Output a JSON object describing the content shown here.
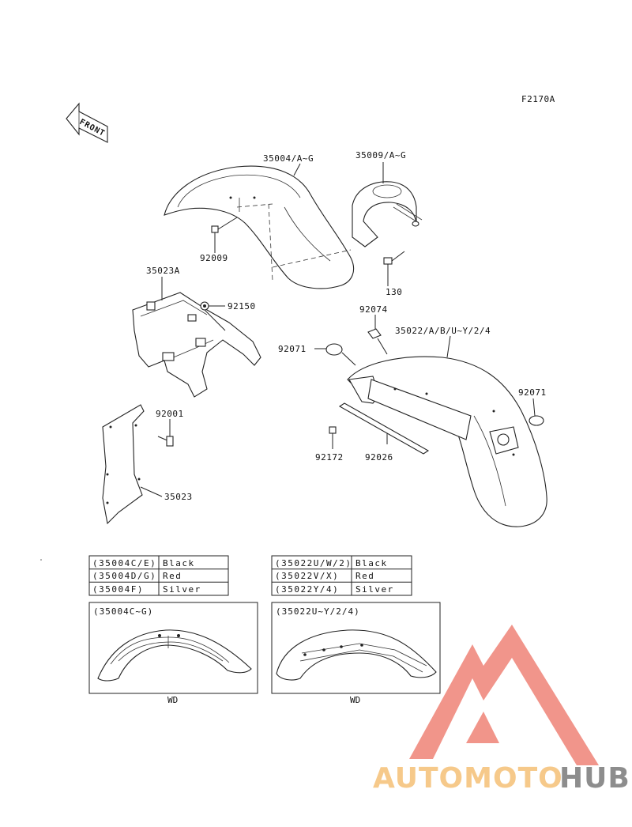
{
  "diagram_code": "F2170A",
  "front_label": "FRONT",
  "callouts": [
    {
      "id": "c-35004",
      "text": "35004/A~G"
    },
    {
      "id": "c-35009",
      "text": "35009/A~G"
    },
    {
      "id": "c-92009",
      "text": "92009"
    },
    {
      "id": "c-130",
      "text": "130"
    },
    {
      "id": "c-35023A",
      "text": "35023A"
    },
    {
      "id": "c-92150",
      "text": "92150"
    },
    {
      "id": "c-92074",
      "text": "92074"
    },
    {
      "id": "c-35022",
      "text": "35022/A/B/U~Y/2/4"
    },
    {
      "id": "c-92071a",
      "text": "92071"
    },
    {
      "id": "c-92071b",
      "text": "92071"
    },
    {
      "id": "c-92001",
      "text": "92001"
    },
    {
      "id": "c-92172",
      "text": "92172"
    },
    {
      "id": "c-92026",
      "text": "92026"
    },
    {
      "id": "c-35023",
      "text": "35023"
    }
  ],
  "color_tables": [
    {
      "rows": [
        [
          "(35004C/E)",
          "Black"
        ],
        [
          "(35004D/G)",
          "Red"
        ],
        [
          "(35004F)",
          "Silver"
        ]
      ]
    },
    {
      "rows": [
        [
          "(35022U/W/2)",
          "Black"
        ],
        [
          "(35022V/X)",
          "Red"
        ],
        [
          "(35022Y/4)",
          "Silver"
        ]
      ]
    }
  ],
  "detail_boxes": [
    {
      "title": "(35004C~G)",
      "caption": "WD"
    },
    {
      "title": "(35022U~Y/2/4)",
      "caption": "WD"
    }
  ],
  "watermark": {
    "part1": "AUTOMOTO",
    "part2": "HUB",
    "color1": "#f6c98a",
    "color2": "#8d8d8d",
    "logo_color": "#f08a7e"
  }
}
